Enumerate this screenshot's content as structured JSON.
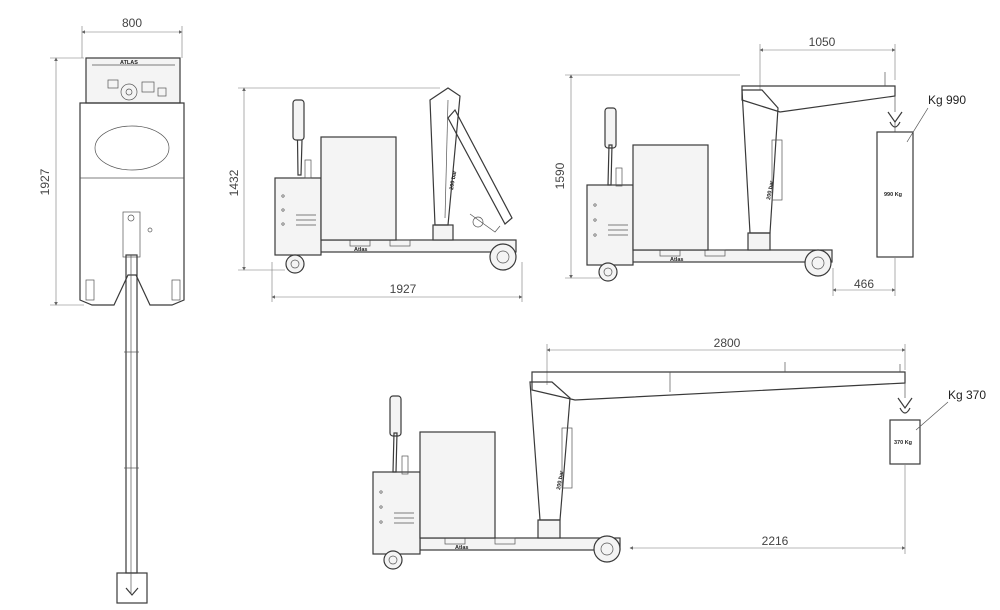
{
  "top_view": {
    "width_dim": "800",
    "length_dim": "1927",
    "brand": "ATLAS"
  },
  "side_view_retracted": {
    "height_dim": "1432",
    "length_dim": "1927",
    "cylinder_label": "200 bar",
    "base_label": "Atlas"
  },
  "side_view_raised": {
    "reach_dim": "1050",
    "height_dim": "1590",
    "overhang_dim": "466",
    "load_label": "Kg 990",
    "weight_label": "990 Kg",
    "cylinder_label": "200 bar",
    "base_label": "Atlas"
  },
  "side_view_extended": {
    "reach_dim": "2800",
    "overhang_dim": "2216",
    "load_label": "Kg 370",
    "weight_label": "370 Kg",
    "cylinder_label": "200 bar",
    "base_label": "Atlas"
  }
}
